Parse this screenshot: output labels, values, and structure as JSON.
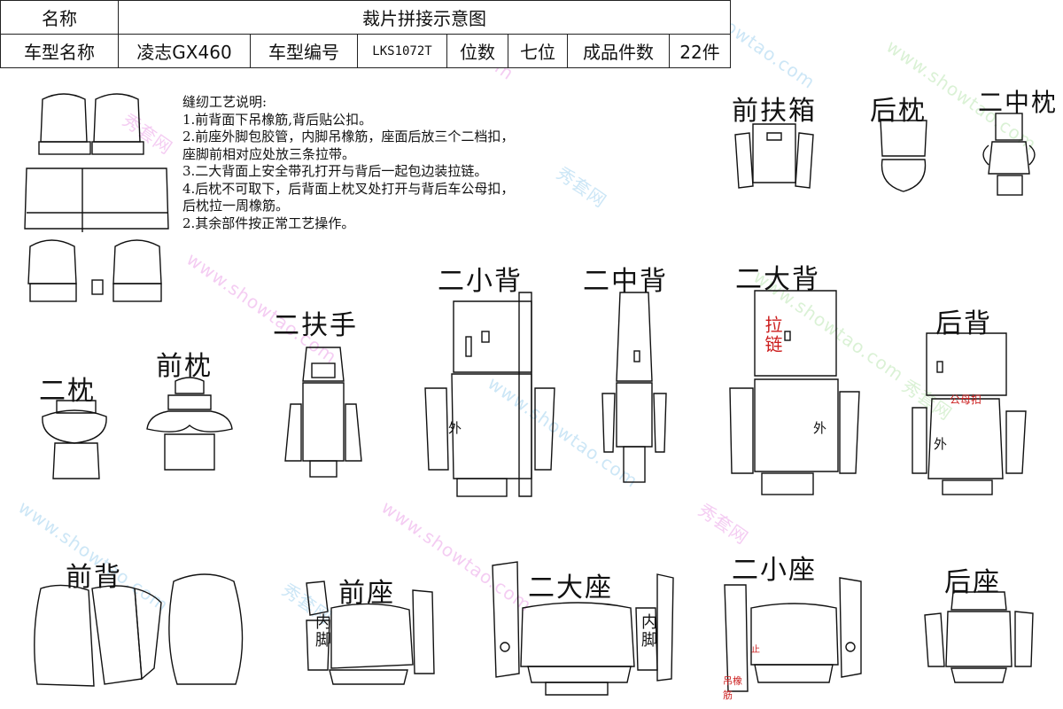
{
  "header": {
    "name_label": "名称",
    "title": "裁片拼接示意图",
    "model_label": "车型名称",
    "model_value": "凌志GX460",
    "code_label": "车型编号",
    "code_value": "LKS1072T",
    "seats_label": "位数",
    "seats_value": "七位",
    "pieces_label": "成品件数",
    "pieces_value": "22件"
  },
  "notes": {
    "title": "缝纫工艺说明:",
    "lines": [
      "1.前背面下吊橡筋,背后贴公扣。",
      "2.前座外脚包胶管，内脚吊橡筋，座面后放三个二档扣，",
      "座脚前相对应处放三条拉带。",
      "3.二大背面上安全带孔打开与背后一起包边装拉链。",
      "4.后枕不可取下，后背面上枕叉处打开与背后车公母扣，",
      "后枕拉一周橡筋。",
      "2.其余部件按正常工艺操作。"
    ]
  },
  "labels": {
    "front_armrest_box": "前扶箱",
    "rear_headrest": "后枕",
    "second_mid_headrest": "二中枕",
    "second_small_back": "二小背",
    "second_mid_back": "二中背",
    "second_big_back": "二大背",
    "rear_back": "后背",
    "second_armrest": "二扶手",
    "front_headrest": "前枕",
    "second_headrest": "二枕",
    "front_back": "前背",
    "front_seat": "前座",
    "second_big_seat": "二大座",
    "second_small_seat": "二小座",
    "rear_seat": "后座"
  },
  "marks": {
    "outer": "外",
    "zipper": "拉链",
    "snap": "公母扣",
    "inner_leg": "内脚",
    "elastic": "吊橡筋",
    "top": "止"
  },
  "watermark": {
    "site": "www.showtao.com",
    "brand": "秀套网"
  },
  "colors": {
    "ink": "#111111",
    "red": "#cc1f1f",
    "wm_pink": "#d94dd4",
    "wm_blue": "#4aa8e0",
    "wm_green": "#7ccf6a"
  }
}
